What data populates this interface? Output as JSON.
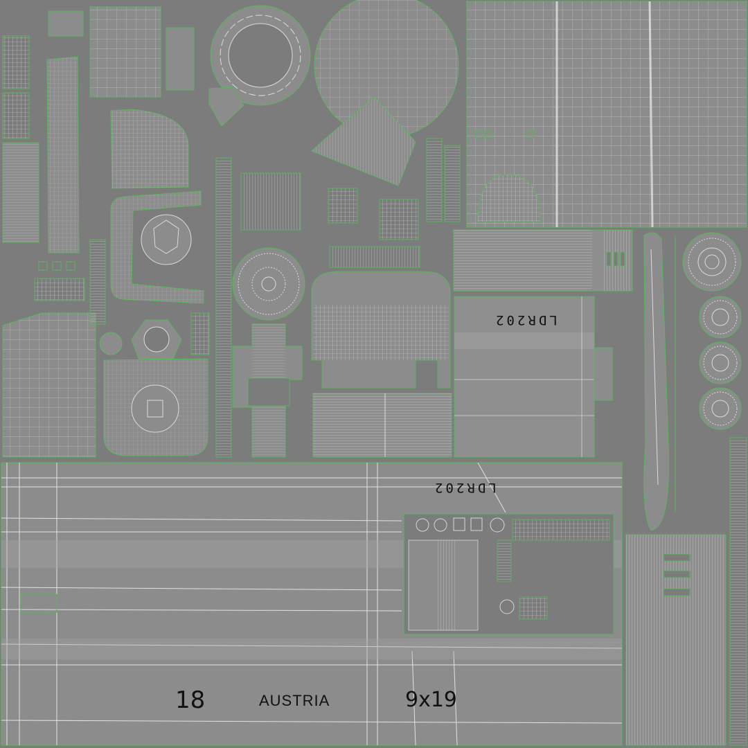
{
  "texture": {
    "background_color": "#7c7c7c",
    "island_fill": "#8a8a8a",
    "island_fill_light": "#999999",
    "wire_color": "#d9d9d9",
    "seam_color": "#58b85a"
  },
  "engravings": {
    "serial_top": "LDR202",
    "serial_middle": "LDR202",
    "calibre_number": "18",
    "country": "AUSTRIA",
    "cartridge": "9x19"
  }
}
